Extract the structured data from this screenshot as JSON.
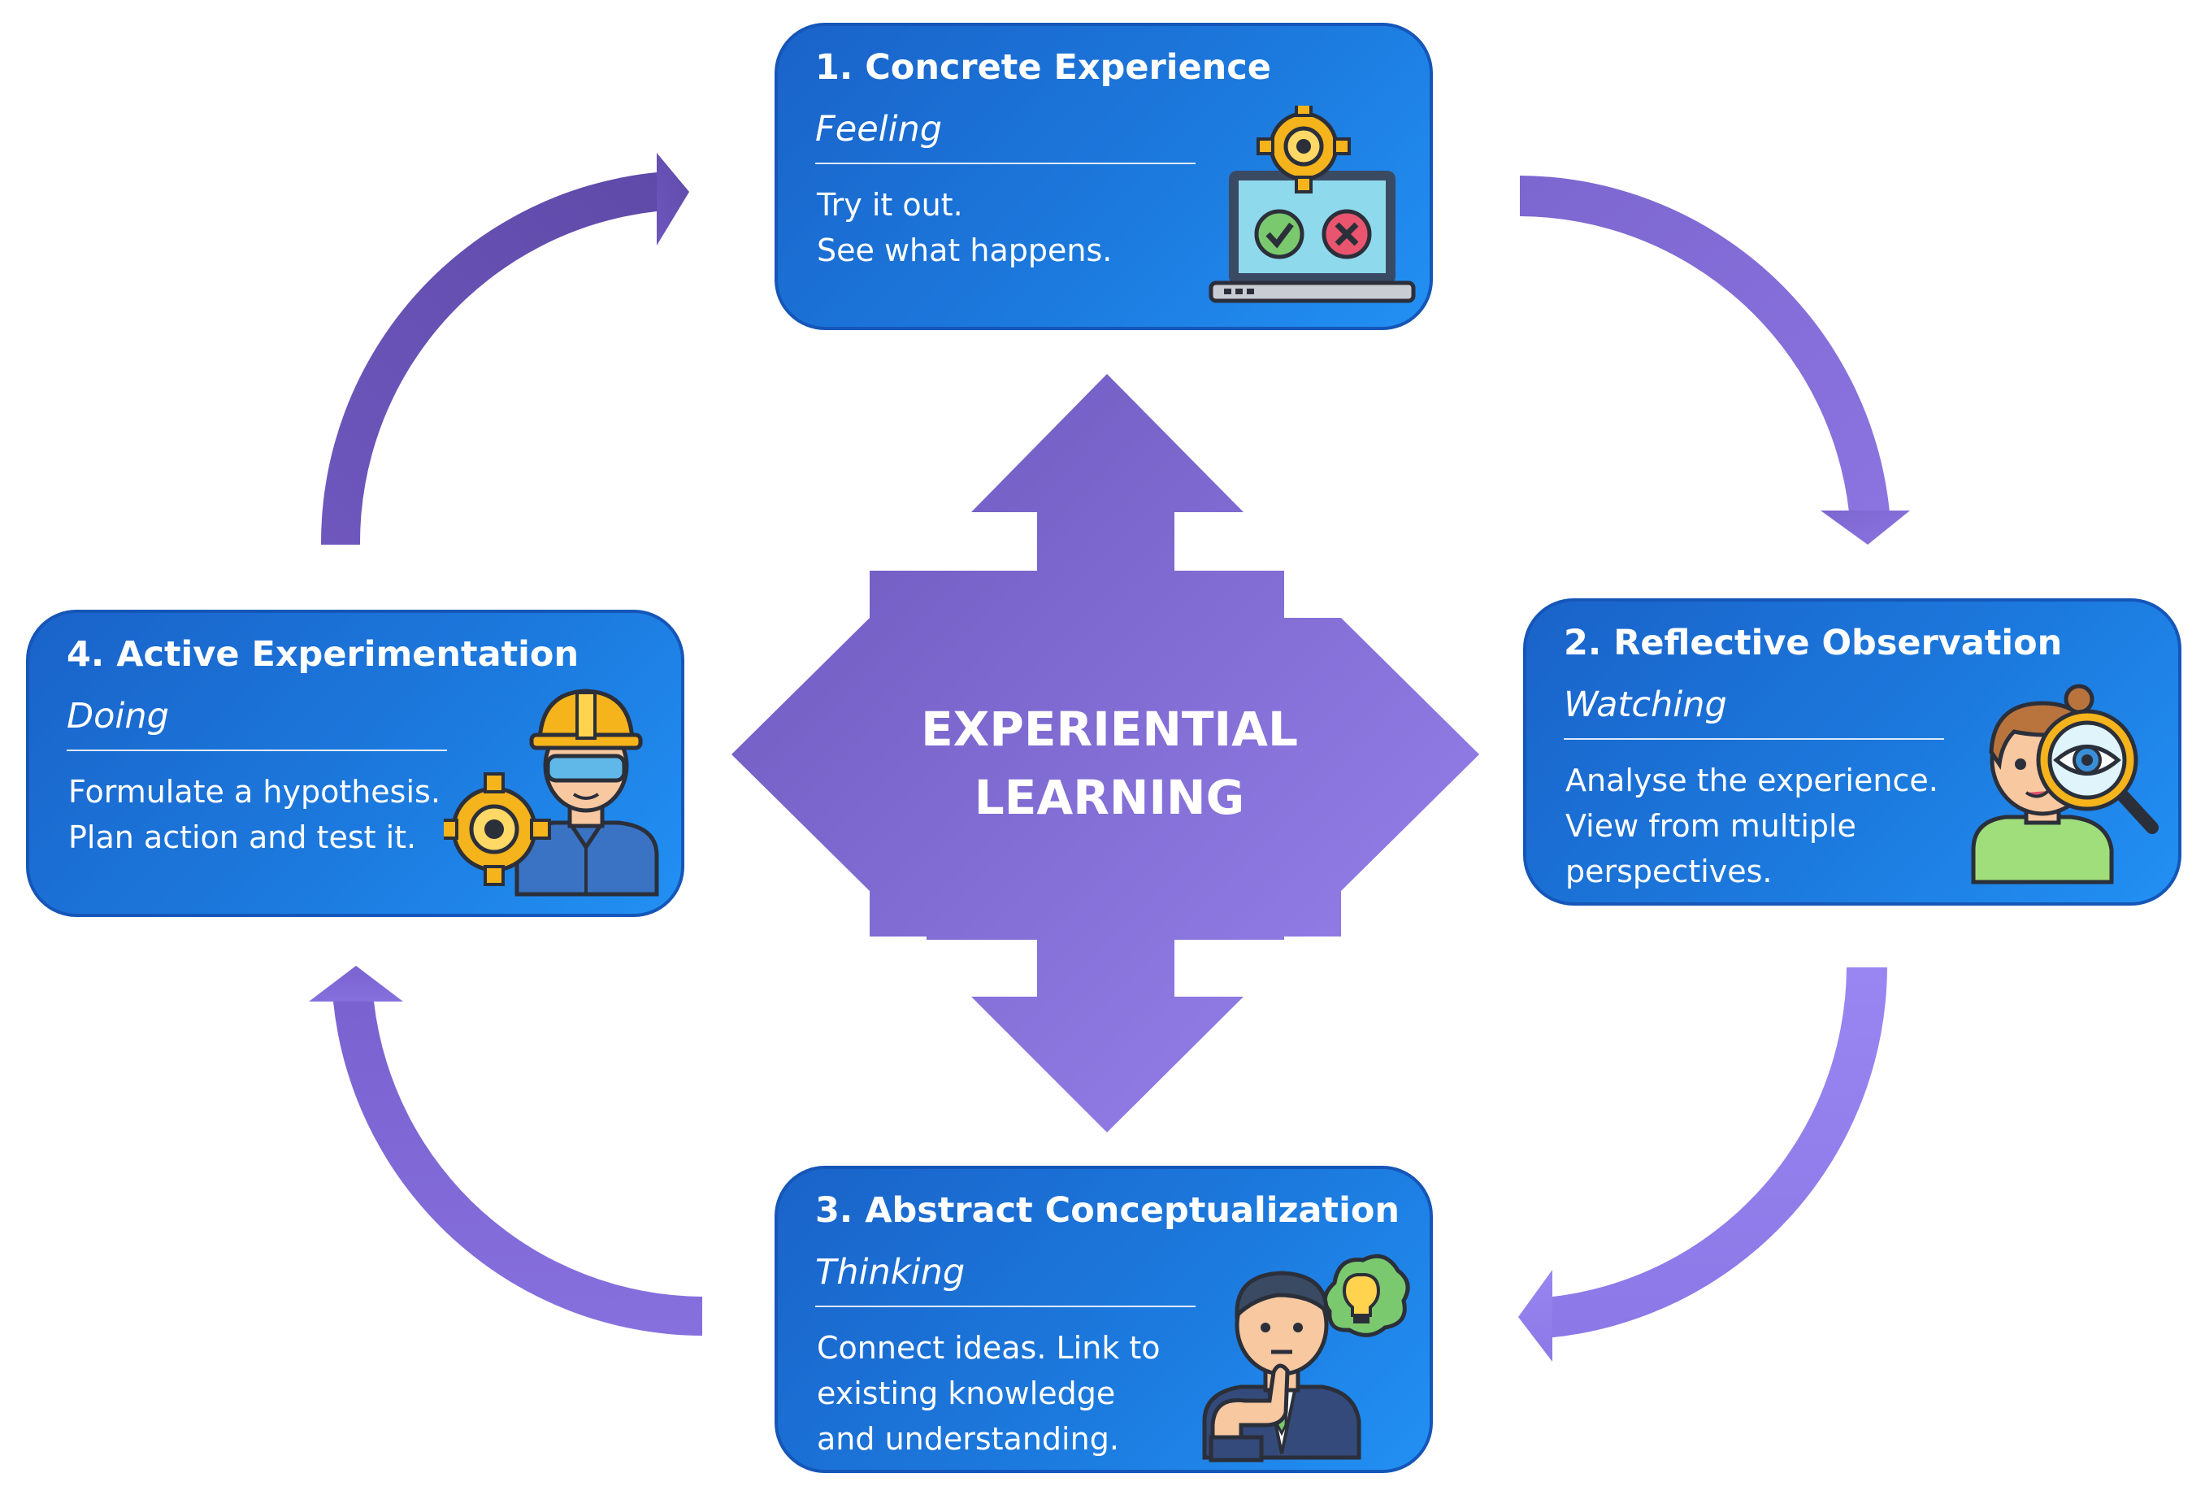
{
  "center": {
    "line1": "EXPERIENTIAL",
    "line2": "LEARNING"
  },
  "stages": [
    {
      "title": "1. Concrete Experience",
      "mode": "Feeling",
      "lines": [
        "Try it out.",
        "See what happens."
      ],
      "icon": "laptop-gear-icon"
    },
    {
      "title": "2. Reflective Observation",
      "mode": "Watching",
      "lines": [
        "Analyse the experience.",
        "View from multiple",
        "perspectives."
      ],
      "icon": "person-magnifier-icon"
    },
    {
      "title": "3. Abstract Conceptualization",
      "mode": "Thinking",
      "lines": [
        "Connect ideas. Link to",
        "existing knowledge",
        "and understanding."
      ],
      "icon": "thinking-man-icon"
    },
    {
      "title": "4. Active Experimentation",
      "mode": "Doing",
      "lines": [
        "Formulate a hypothesis.",
        "Plan action and test it."
      ],
      "icon": "engineer-gear-icon"
    }
  ],
  "colors": {
    "box_dark": "#1a63c9",
    "box_light": "#2290f4",
    "arrow_dark": "#6a55b8",
    "arrow_light": "#9b86f0"
  }
}
